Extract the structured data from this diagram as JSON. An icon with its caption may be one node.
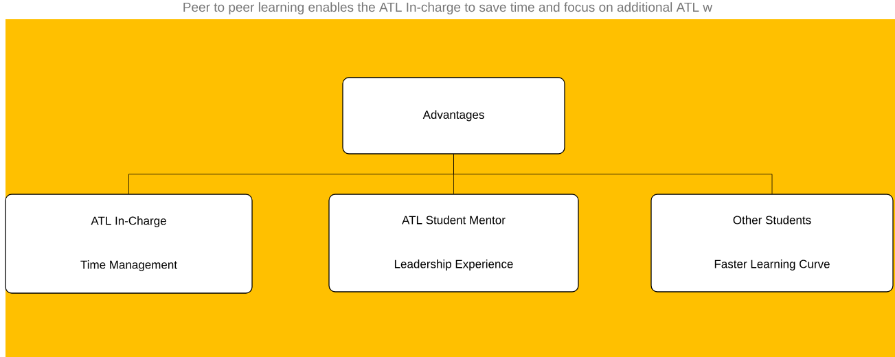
{
  "diagram": {
    "nodes": [
      {
        "text": [
          "Advantages"
        ]
      },
      {
        "text": [
          "ATL In-Charge",
          "Time Management"
        ]
      },
      {
        "text": [
          "ATL Student Mentor",
          "Leadership Experience"
        ]
      },
      {
        "text": [
          "Other Students",
          "Faster Learning Curve"
        ]
      }
    ],
    "edges": [
      {
        "from": 0,
        "to": 1,
        "arrow": "none"
      },
      {
        "from": 0,
        "to": 2,
        "arrow": "none"
      },
      {
        "from": 0,
        "to": 3,
        "arrow": "none"
      }
    ],
    "labels": [
      "Peer to peer learning enables the ATL In-charge to save time and focus on additional ATL w"
    ]
  }
}
